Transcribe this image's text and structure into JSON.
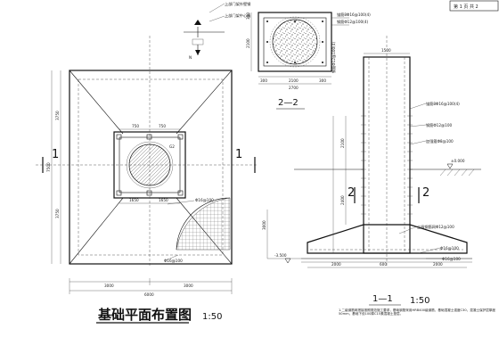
{
  "sheet": {
    "label": "第 1 页 共 2"
  },
  "plan": {
    "title": "基础平面布置图",
    "scale": "1:50",
    "section_mark": "1",
    "dims_bottom": [
      "3000",
      "3000",
      "6000"
    ],
    "dims_left": [
      "3750",
      "3750",
      "7500"
    ],
    "dims_top_inner": [
      "750",
      "750"
    ],
    "dims_inner_bottom": [
      "1650",
      "1650"
    ],
    "rebar_center": "G2",
    "rebar_note_1": "Φ16@100",
    "rebar_note_2": "Φ16@100"
  },
  "detail": {
    "label_1": "上部门架外壁钢",
    "label_2": "上部门架中心线",
    "north_mark": "N"
  },
  "section22": {
    "title": "2—2",
    "notes": [
      "锚筋8Φ16@100(4)",
      "钢筋Φ12@100(4)",
      "钢筋Φ12@100(4)"
    ],
    "dims_bottom": [
      "300",
      "2100",
      "300",
      "2700"
    ],
    "dims_left": [
      "300",
      "2100"
    ]
  },
  "section11": {
    "title": "1—1",
    "scale": "1:50",
    "section_mark": "2",
    "top_dim": "1500",
    "elev_ground": "±0.000",
    "elev_bottom": "-3.500",
    "dims_left": [
      "2100",
      "2400",
      "3000"
    ],
    "notes_right": [
      "锚筋8Φ16@100(4)",
      "钢筋Φ12@100",
      "加强箍Φ8@100"
    ],
    "notes_base": [
      "三级钢筋网Φ12@100",
      "Φ16@100",
      "Φ16@100"
    ],
    "base_dims": [
      "2000",
      "2000",
      "600"
    ],
    "footnote": "1.二级钢筋网搭接按照规范施工要求，基础钢筋采用HRB400级钢筋，基础混凝土强度C30，混凝土保护层厚度50mm，基础下设100厚C15素混凝土垫层。"
  }
}
